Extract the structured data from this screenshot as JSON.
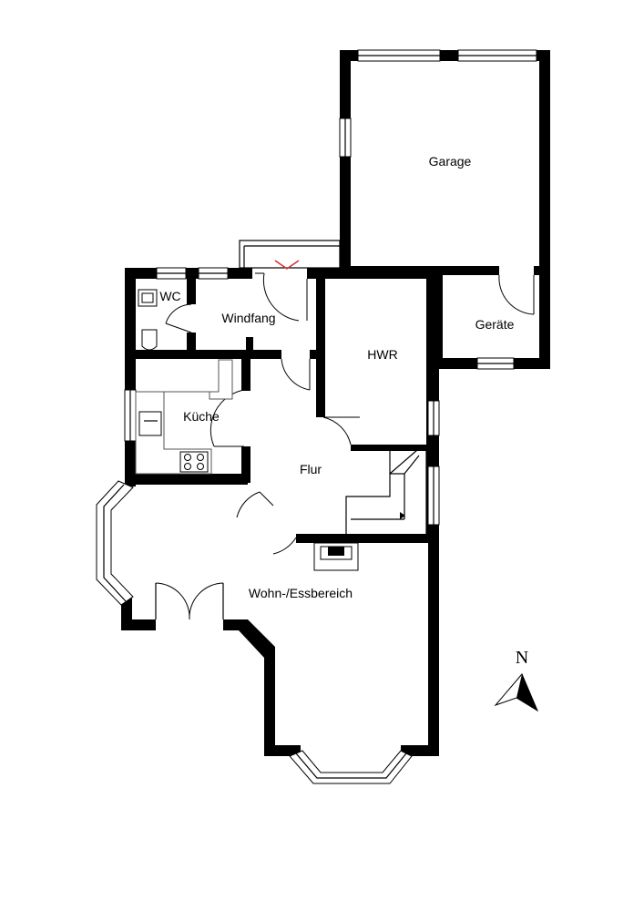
{
  "rooms": {
    "garage": "Garage",
    "geraete": "Geräte",
    "wc": "WC",
    "windfang": "Windfang",
    "hwr": "HWR",
    "kueche": "Küche",
    "flur": "Flur",
    "wohn": "Wohn-/Essbereich"
  },
  "compass": {
    "label": "N"
  }
}
